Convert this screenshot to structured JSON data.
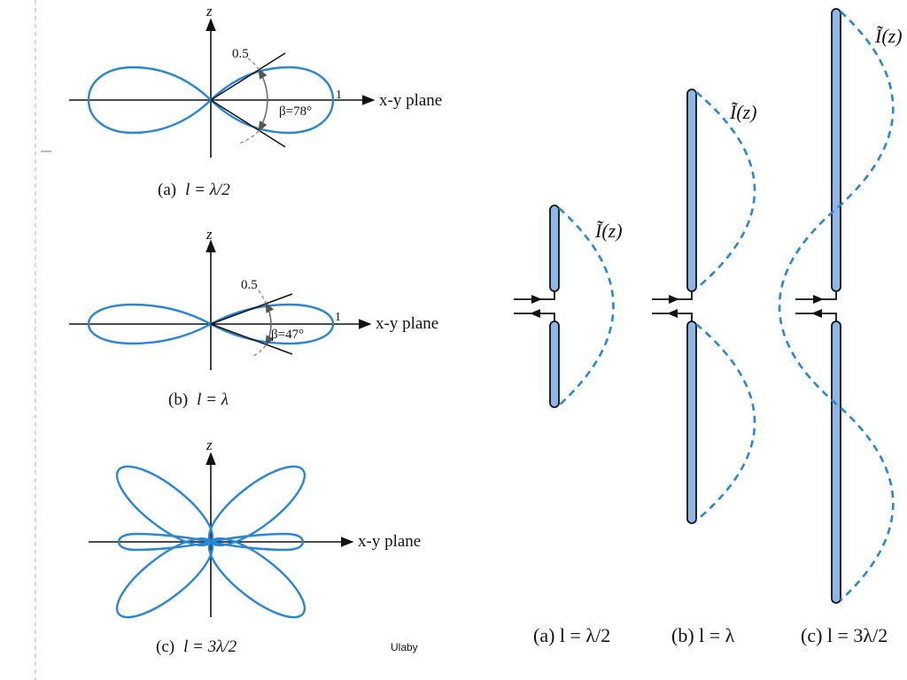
{
  "patterns": [
    {
      "id": "a",
      "axis_label": "z",
      "plane_label": "x-y plane",
      "max_label": "1",
      "half_label": "0.5",
      "beam_label": "β=78°",
      "caption_prefix": "(a)",
      "caption_formula": "l = λ/2"
    },
    {
      "id": "b",
      "axis_label": "z",
      "plane_label": "x-y plane",
      "max_label": "1",
      "half_label": "0.5",
      "beam_label": "β=47°",
      "caption_prefix": "(b)",
      "caption_formula": "l = λ"
    },
    {
      "id": "c",
      "axis_label": "z",
      "plane_label": "x-y plane",
      "caption_prefix": "(c)",
      "caption_formula": "l = 3λ/2"
    }
  ],
  "antennas": [
    {
      "id": "a",
      "current_label": "Ĩ(z)",
      "caption": "(a)  l = λ/2"
    },
    {
      "id": "b",
      "current_label": "Ĩ(z)",
      "caption": "(b)  l = λ"
    },
    {
      "id": "c",
      "current_label": "Ĩ(z)",
      "caption": "(c)  l = 3λ/2"
    }
  ],
  "credit": "Ulaby",
  "colors": {
    "lobe": "#2a86d4",
    "rod_fill": "#8fb7e6",
    "current": "#2a86d4"
  }
}
